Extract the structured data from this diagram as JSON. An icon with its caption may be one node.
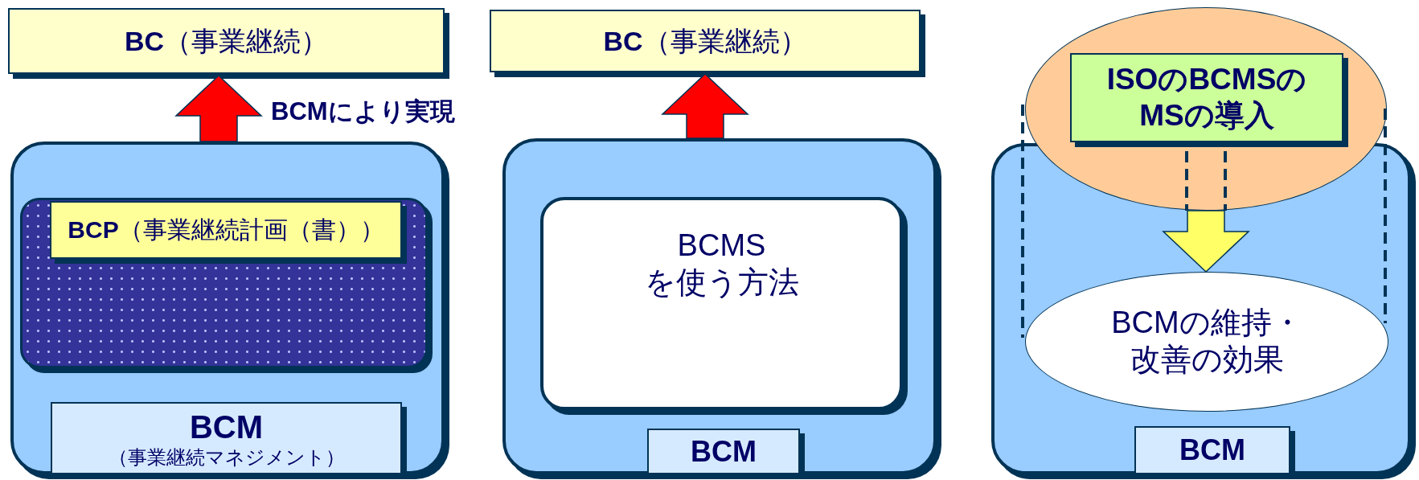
{
  "diagram": {
    "nodes": [
      {
        "text": [
          "**BC**（事業継続）"
        ]
      },
      {
        "text": [],
        "shape": "box"
      },
      {
        "text": [],
        "shape": "box",
        "in": 1
      },
      {
        "text": [
          "**BCP**（事業継続計画（書））"
        ],
        "in": 2
      },
      {
        "text": [
          "BCM",
          "（事業継続マネジメント）"
        ],
        "in": 1
      },
      {
        "text": [
          "**BC**（事業継続）"
        ]
      },
      {
        "text": [],
        "shape": "box"
      },
      {
        "text": [
          "BCMS を使う方法"
        ],
        "in": 6
      },
      {
        "text": [
          "BCM"
        ],
        "in": 6
      },
      {
        "text": [],
        "shape": "ellipse"
      },
      {
        "text": [
          "ISOのBCMSのMSの導入"
        ],
        "in": 9
      },
      {
        "text": [],
        "shape": "box"
      },
      {
        "text": [
          "BCMの維持・改善の効果"
        ],
        "in": 11
      },
      {
        "text": [
          "BCM"
        ],
        "in": 11
      }
    ],
    "edges": [
      {
        "from": 1,
        "to": 0,
        "arrow": "to",
        "label": "BCMにより実現"
      },
      {
        "from": 6,
        "to": 5,
        "arrow": "to"
      },
      {
        "from": 9,
        "to": 12,
        "arrow": "to",
        "color": "#ffff66"
      }
    ]
  }
}
